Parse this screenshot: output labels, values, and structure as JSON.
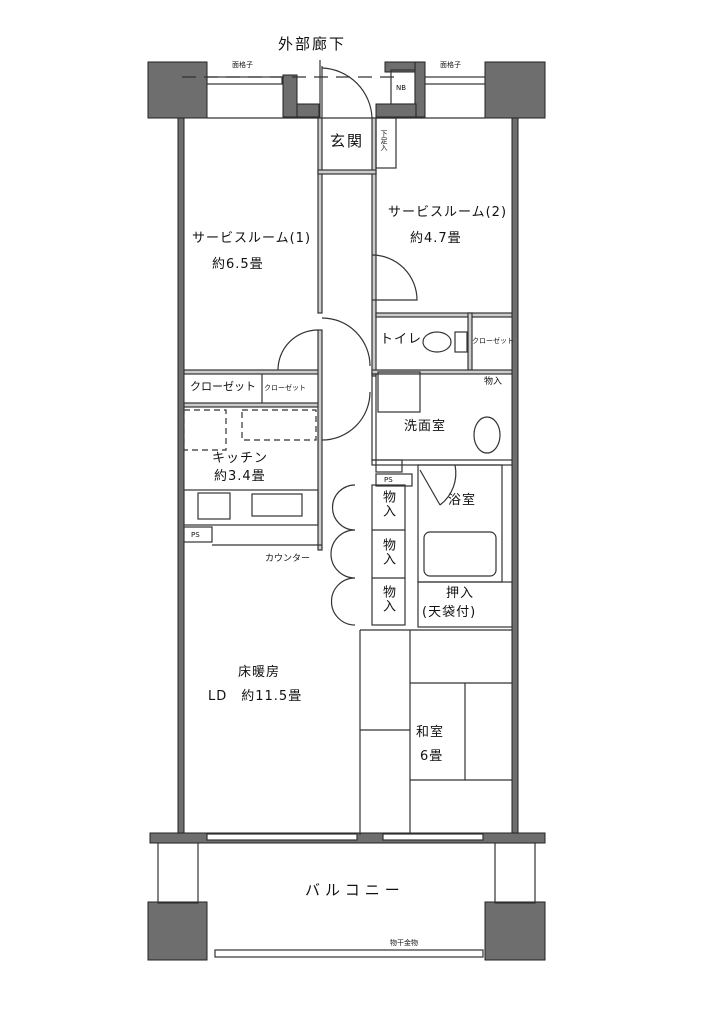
{
  "plan": {
    "corridor": "外部廊下",
    "window_grille_left": "面格子",
    "window_grille_right": "面格子",
    "nb": "NB",
    "entrance": "玄関",
    "shoe_storage": "下足入",
    "service_room_1": {
      "name": "サービスルーム(1)",
      "size": "約6.5畳"
    },
    "service_room_2": {
      "name": "サービスルーム(2)",
      "size": "約4.7畳"
    },
    "toilet": "トイレ",
    "closet_toilet": "クローゼット",
    "closet_main": "クローゼット",
    "closet_small": "クローゼット",
    "storage_wash": "物入",
    "washroom": "洗面室",
    "kitchen": {
      "name": "キッチン",
      "size": "約3.4畳"
    },
    "ps_kitchen": "PS",
    "ps_hall": "PS",
    "counter": "カウンター",
    "bath": "浴室",
    "storage_1": "物入",
    "storage_2": "物入",
    "storage_3": "物入",
    "oshiire": {
      "name": "押入",
      "note": "(天袋付)"
    },
    "ld": {
      "name": "床暖房",
      "size": "LD　約11.5畳"
    },
    "washitsu": {
      "name": "和室",
      "size": "6畳"
    },
    "balcony": "バルコニー",
    "laundry_hanger": "物干金物"
  }
}
